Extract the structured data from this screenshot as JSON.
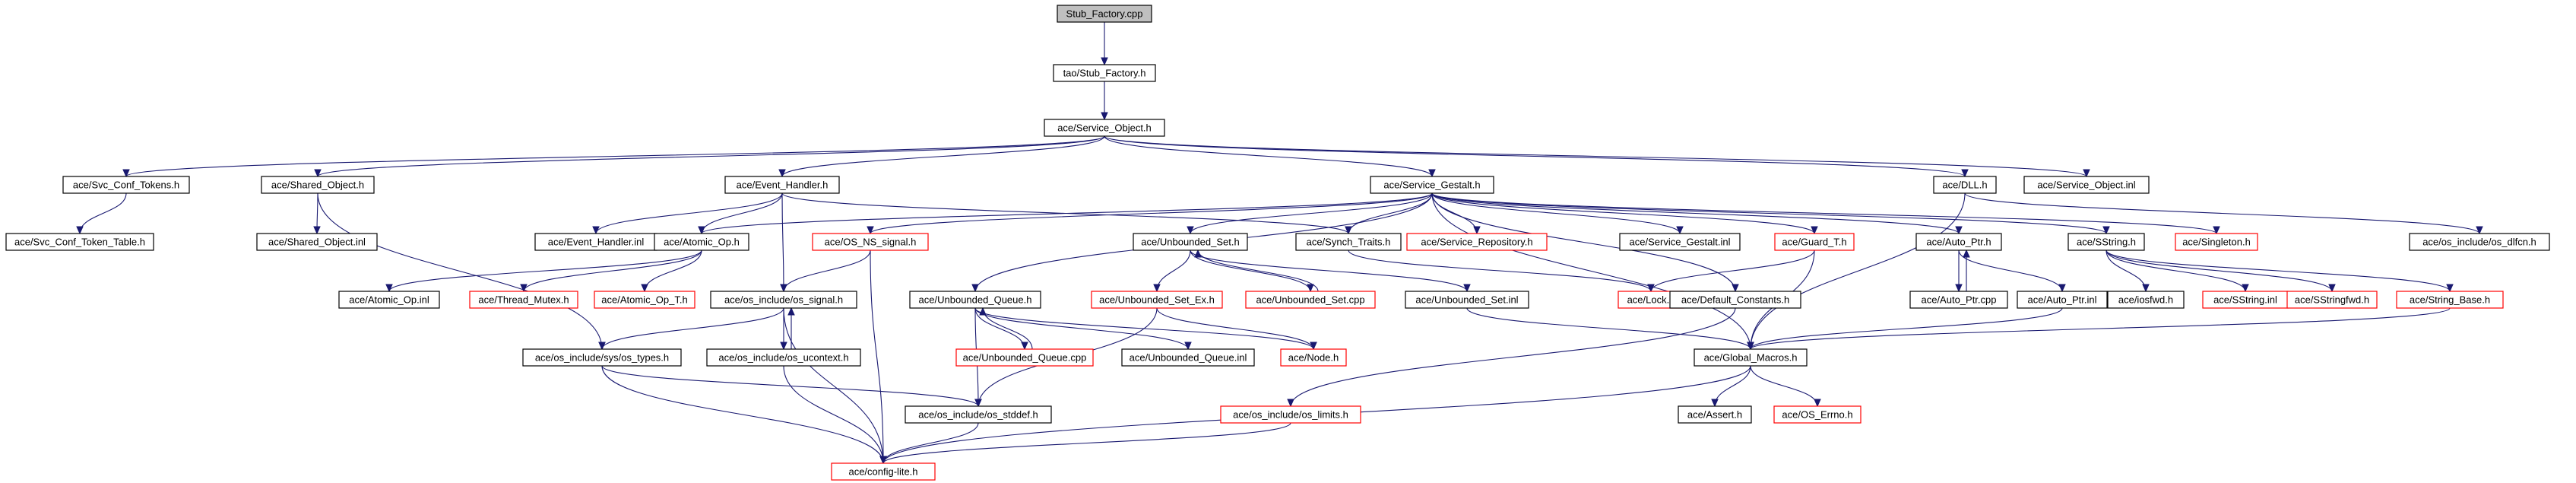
{
  "colors": {
    "edge": "#191970",
    "normal_border": "#000000",
    "missing_border": "#ff0000",
    "root_fill": "#bfbfbf",
    "node_fill": "#ffffff"
  },
  "nodes": {
    "stub_factory_cpp": {
      "label": "Stub_Factory.cpp",
      "kind": "root"
    },
    "tao_stub_factory_h": {
      "label": "tao/Stub_Factory.h",
      "kind": "normal"
    },
    "service_object_h": {
      "label": "ace/Service_Object.h",
      "kind": "normal"
    },
    "svc_conf_tokens_h": {
      "label": "ace/Svc_Conf_Tokens.h",
      "kind": "normal"
    },
    "shared_object_h": {
      "label": "ace/Shared_Object.h",
      "kind": "normal"
    },
    "event_handler_h": {
      "label": "ace/Event_Handler.h",
      "kind": "normal"
    },
    "service_gestalt_h": {
      "label": "ace/Service_Gestalt.h",
      "kind": "normal"
    },
    "dll_h": {
      "label": "ace/DLL.h",
      "kind": "normal"
    },
    "service_object_inl": {
      "label": "ace/Service_Object.inl",
      "kind": "normal"
    },
    "svc_conf_token_table_h": {
      "label": "ace/Svc_Conf_Token_Table.h",
      "kind": "normal"
    },
    "shared_object_inl": {
      "label": "ace/Shared_Object.inl",
      "kind": "normal"
    },
    "event_handler_inl": {
      "label": "ace/Event_Handler.inl",
      "kind": "normal"
    },
    "atomic_op_h": {
      "label": "ace/Atomic_Op.h",
      "kind": "normal"
    },
    "os_ns_signal_h": {
      "label": "ace/OS_NS_signal.h",
      "kind": "missing"
    },
    "unbounded_set_h": {
      "label": "ace/Unbounded_Set.h",
      "kind": "normal"
    },
    "synch_traits_h": {
      "label": "ace/Synch_Traits.h",
      "kind": "normal"
    },
    "service_repository_h": {
      "label": "ace/Service_Repository.h",
      "kind": "missing"
    },
    "service_gestalt_inl": {
      "label": "ace/Service_Gestalt.inl",
      "kind": "normal"
    },
    "guard_t_h": {
      "label": "ace/Guard_T.h",
      "kind": "missing"
    },
    "auto_ptr_h": {
      "label": "ace/Auto_Ptr.h",
      "kind": "normal"
    },
    "sstring_h": {
      "label": "ace/SString.h",
      "kind": "normal"
    },
    "singleton_h": {
      "label": "ace/Singleton.h",
      "kind": "missing"
    },
    "os_dlfcn_h": {
      "label": "ace/os_include/os_dlfcn.h",
      "kind": "normal"
    },
    "atomic_op_inl": {
      "label": "ace/Atomic_Op.inl",
      "kind": "normal"
    },
    "thread_mutex_h": {
      "label": "ace/Thread_Mutex.h",
      "kind": "missing"
    },
    "atomic_op_t_h": {
      "label": "ace/Atomic_Op_T.h",
      "kind": "missing"
    },
    "os_signal_h": {
      "label": "ace/os_include/os_signal.h",
      "kind": "normal"
    },
    "unbounded_queue_h": {
      "label": "ace/Unbounded_Queue.h",
      "kind": "normal"
    },
    "unbounded_set_ex_h": {
      "label": "ace/Unbounded_Set_Ex.h",
      "kind": "missing"
    },
    "unbounded_set_cpp": {
      "label": "ace/Unbounded_Set.cpp",
      "kind": "missing"
    },
    "unbounded_set_inl": {
      "label": "ace/Unbounded_Set.inl",
      "kind": "normal"
    },
    "lock_h": {
      "label": "ace/Lock.h",
      "kind": "missing"
    },
    "default_constants_h": {
      "label": "ace/Default_Constants.h",
      "kind": "normal"
    },
    "auto_ptr_cpp": {
      "label": "ace/Auto_Ptr.cpp",
      "kind": "normal"
    },
    "auto_ptr_inl": {
      "label": "ace/Auto_Ptr.inl",
      "kind": "normal"
    },
    "iosfwd_h": {
      "label": "ace/iosfwd.h",
      "kind": "normal"
    },
    "sstring_inl": {
      "label": "ace/SString.inl",
      "kind": "missing"
    },
    "sstringfwd_h": {
      "label": "ace/SStringfwd.h",
      "kind": "missing"
    },
    "string_base_h": {
      "label": "ace/String_Base.h",
      "kind": "missing"
    },
    "sys_types_h": {
      "label": "ace/os_include/sys/os_types.h",
      "kind": "normal"
    },
    "os_ucontext_h": {
      "label": "ace/os_include/os_ucontext.h",
      "kind": "normal"
    },
    "unbounded_queue_cpp": {
      "label": "ace/Unbounded_Queue.cpp",
      "kind": "missing"
    },
    "unbounded_queue_inl": {
      "label": "ace/Unbounded_Queue.inl",
      "kind": "normal"
    },
    "node_h": {
      "label": "ace/Node.h",
      "kind": "missing"
    },
    "global_macros_h": {
      "label": "ace/Global_Macros.h",
      "kind": "normal"
    },
    "os_stddef_h": {
      "label": "ace/os_include/os_stddef.h",
      "kind": "normal"
    },
    "os_limits_h": {
      "label": "ace/os_include/os_limits.h",
      "kind": "missing"
    },
    "assert_h": {
      "label": "ace/Assert.h",
      "kind": "normal"
    },
    "os_errno_h": {
      "label": "ace/OS_Errno.h",
      "kind": "missing"
    },
    "config_lite_h": {
      "label": "ace/config-lite.h",
      "kind": "missing"
    }
  },
  "edges": [
    [
      "stub_factory_cpp",
      "tao_stub_factory_h"
    ],
    [
      "tao_stub_factory_h",
      "service_object_h"
    ],
    [
      "service_object_h",
      "svc_conf_tokens_h"
    ],
    [
      "service_object_h",
      "shared_object_h"
    ],
    [
      "service_object_h",
      "event_handler_h"
    ],
    [
      "service_object_h",
      "service_gestalt_h"
    ],
    [
      "service_object_h",
      "dll_h"
    ],
    [
      "service_object_h",
      "service_object_inl"
    ],
    [
      "svc_conf_tokens_h",
      "svc_conf_token_table_h"
    ],
    [
      "shared_object_h",
      "shared_object_inl"
    ],
    [
      "shared_object_h",
      "sys_types_h"
    ],
    [
      "event_handler_h",
      "event_handler_inl"
    ],
    [
      "event_handler_h",
      "atomic_op_h"
    ],
    [
      "event_handler_h",
      "synch_traits_h"
    ],
    [
      "event_handler_h",
      "os_signal_h"
    ],
    [
      "service_gestalt_h",
      "atomic_op_h"
    ],
    [
      "service_gestalt_h",
      "os_ns_signal_h"
    ],
    [
      "service_gestalt_h",
      "unbounded_queue_h"
    ],
    [
      "service_gestalt_h",
      "unbounded_set_h"
    ],
    [
      "service_gestalt_h",
      "synch_traits_h"
    ],
    [
      "service_gestalt_h",
      "service_repository_h"
    ],
    [
      "service_gestalt_h",
      "service_gestalt_inl"
    ],
    [
      "service_gestalt_h",
      "guard_t_h"
    ],
    [
      "service_gestalt_h",
      "auto_ptr_h"
    ],
    [
      "service_gestalt_h",
      "sstring_h"
    ],
    [
      "service_gestalt_h",
      "singleton_h"
    ],
    [
      "service_gestalt_h",
      "default_constants_h"
    ],
    [
      "service_gestalt_h",
      "global_macros_h"
    ],
    [
      "dll_h",
      "os_dlfcn_h"
    ],
    [
      "dll_h",
      "global_macros_h"
    ],
    [
      "atomic_op_h",
      "atomic_op_inl"
    ],
    [
      "atomic_op_h",
      "thread_mutex_h"
    ],
    [
      "atomic_op_h",
      "atomic_op_t_h"
    ],
    [
      "os_ns_signal_h",
      "os_signal_h"
    ],
    [
      "os_ns_signal_h",
      "config_lite_h"
    ],
    [
      "unbounded_set_h",
      "unbounded_set_ex_h"
    ],
    [
      "unbounded_set_h",
      "unbounded_set_cpp"
    ],
    [
      "unbounded_set_h",
      "unbounded_set_inl"
    ],
    [
      "unbounded_set_cpp",
      "unbounded_set_h"
    ],
    [
      "synch_traits_h",
      "lock_h"
    ],
    [
      "guard_t_h",
      "lock_h"
    ],
    [
      "guard_t_h",
      "global_macros_h"
    ],
    [
      "auto_ptr_h",
      "auto_ptr_cpp"
    ],
    [
      "auto_ptr_h",
      "auto_ptr_inl"
    ],
    [
      "auto_ptr_cpp",
      "auto_ptr_h"
    ],
    [
      "auto_ptr_inl",
      "global_macros_h"
    ],
    [
      "sstring_h",
      "iosfwd_h"
    ],
    [
      "sstring_h",
      "sstring_inl"
    ],
    [
      "sstring_h",
      "sstringfwd_h"
    ],
    [
      "sstring_h",
      "string_base_h"
    ],
    [
      "string_base_h",
      "global_macros_h"
    ],
    [
      "os_signal_h",
      "sys_types_h"
    ],
    [
      "os_signal_h",
      "os_ucontext_h"
    ],
    [
      "os_signal_h",
      "config_lite_h"
    ],
    [
      "os_ucontext_h",
      "os_signal_h"
    ],
    [
      "os_ucontext_h",
      "config_lite_h"
    ],
    [
      "sys_types_h",
      "os_stddef_h"
    ],
    [
      "sys_types_h",
      "config_lite_h"
    ],
    [
      "unbounded_queue_h",
      "unbounded_queue_cpp"
    ],
    [
      "unbounded_queue_h",
      "unbounded_queue_inl"
    ],
    [
      "unbounded_queue_h",
      "node_h"
    ],
    [
      "unbounded_queue_h",
      "os_stddef_h"
    ],
    [
      "unbounded_queue_cpp",
      "unbounded_queue_h"
    ],
    [
      "unbounded_set_ex_h",
      "node_h"
    ],
    [
      "unbounded_set_ex_h",
      "os_stddef_h"
    ],
    [
      "unbounded_set_inl",
      "global_macros_h"
    ],
    [
      "default_constants_h",
      "os_limits_h"
    ],
    [
      "global_macros_h",
      "assert_h"
    ],
    [
      "global_macros_h",
      "os_errno_h"
    ],
    [
      "global_macros_h",
      "config_lite_h"
    ],
    [
      "os_stddef_h",
      "config_lite_h"
    ],
    [
      "os_limits_h",
      "config_lite_h"
    ]
  ]
}
